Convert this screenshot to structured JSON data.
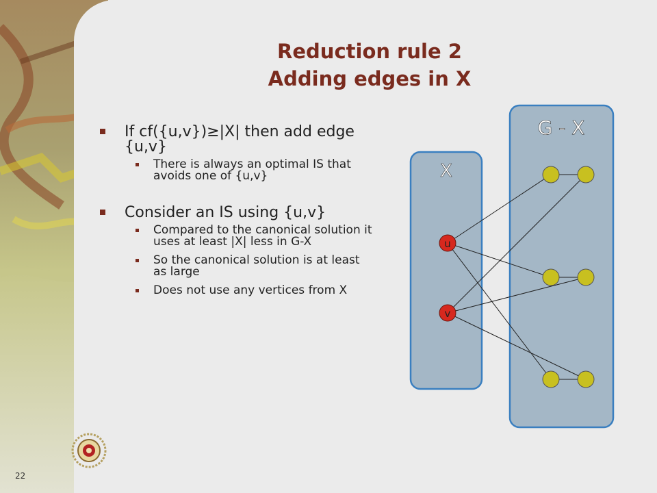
{
  "slide": {
    "page_number": "22",
    "title_line1": "Reduction rule 2",
    "title_line2": "Adding edges in X"
  },
  "bullets": [
    {
      "text": "If cf({u,v})≥|X| then add edge {u,v}",
      "sub": [
        "There is always an optimal IS that avoids one of {u,v}"
      ]
    },
    {
      "text": "Consider an IS using {u,v}",
      "sub": [
        "Compared to the canonical solution it uses at least |X| less in G-X",
        "So the canonical solution is at least as large",
        "Does not use any vertices from X"
      ]
    }
  ],
  "diagram": {
    "box_x_label": "X",
    "box_gx_label": "G - X",
    "vertex_u": "u",
    "vertex_v": "v",
    "colors": {
      "box_fill": "#a4b7c6",
      "box_border": "#3a7fc0",
      "vertex_x": "#d6281e",
      "vertex_gx": "#c8c020"
    }
  }
}
